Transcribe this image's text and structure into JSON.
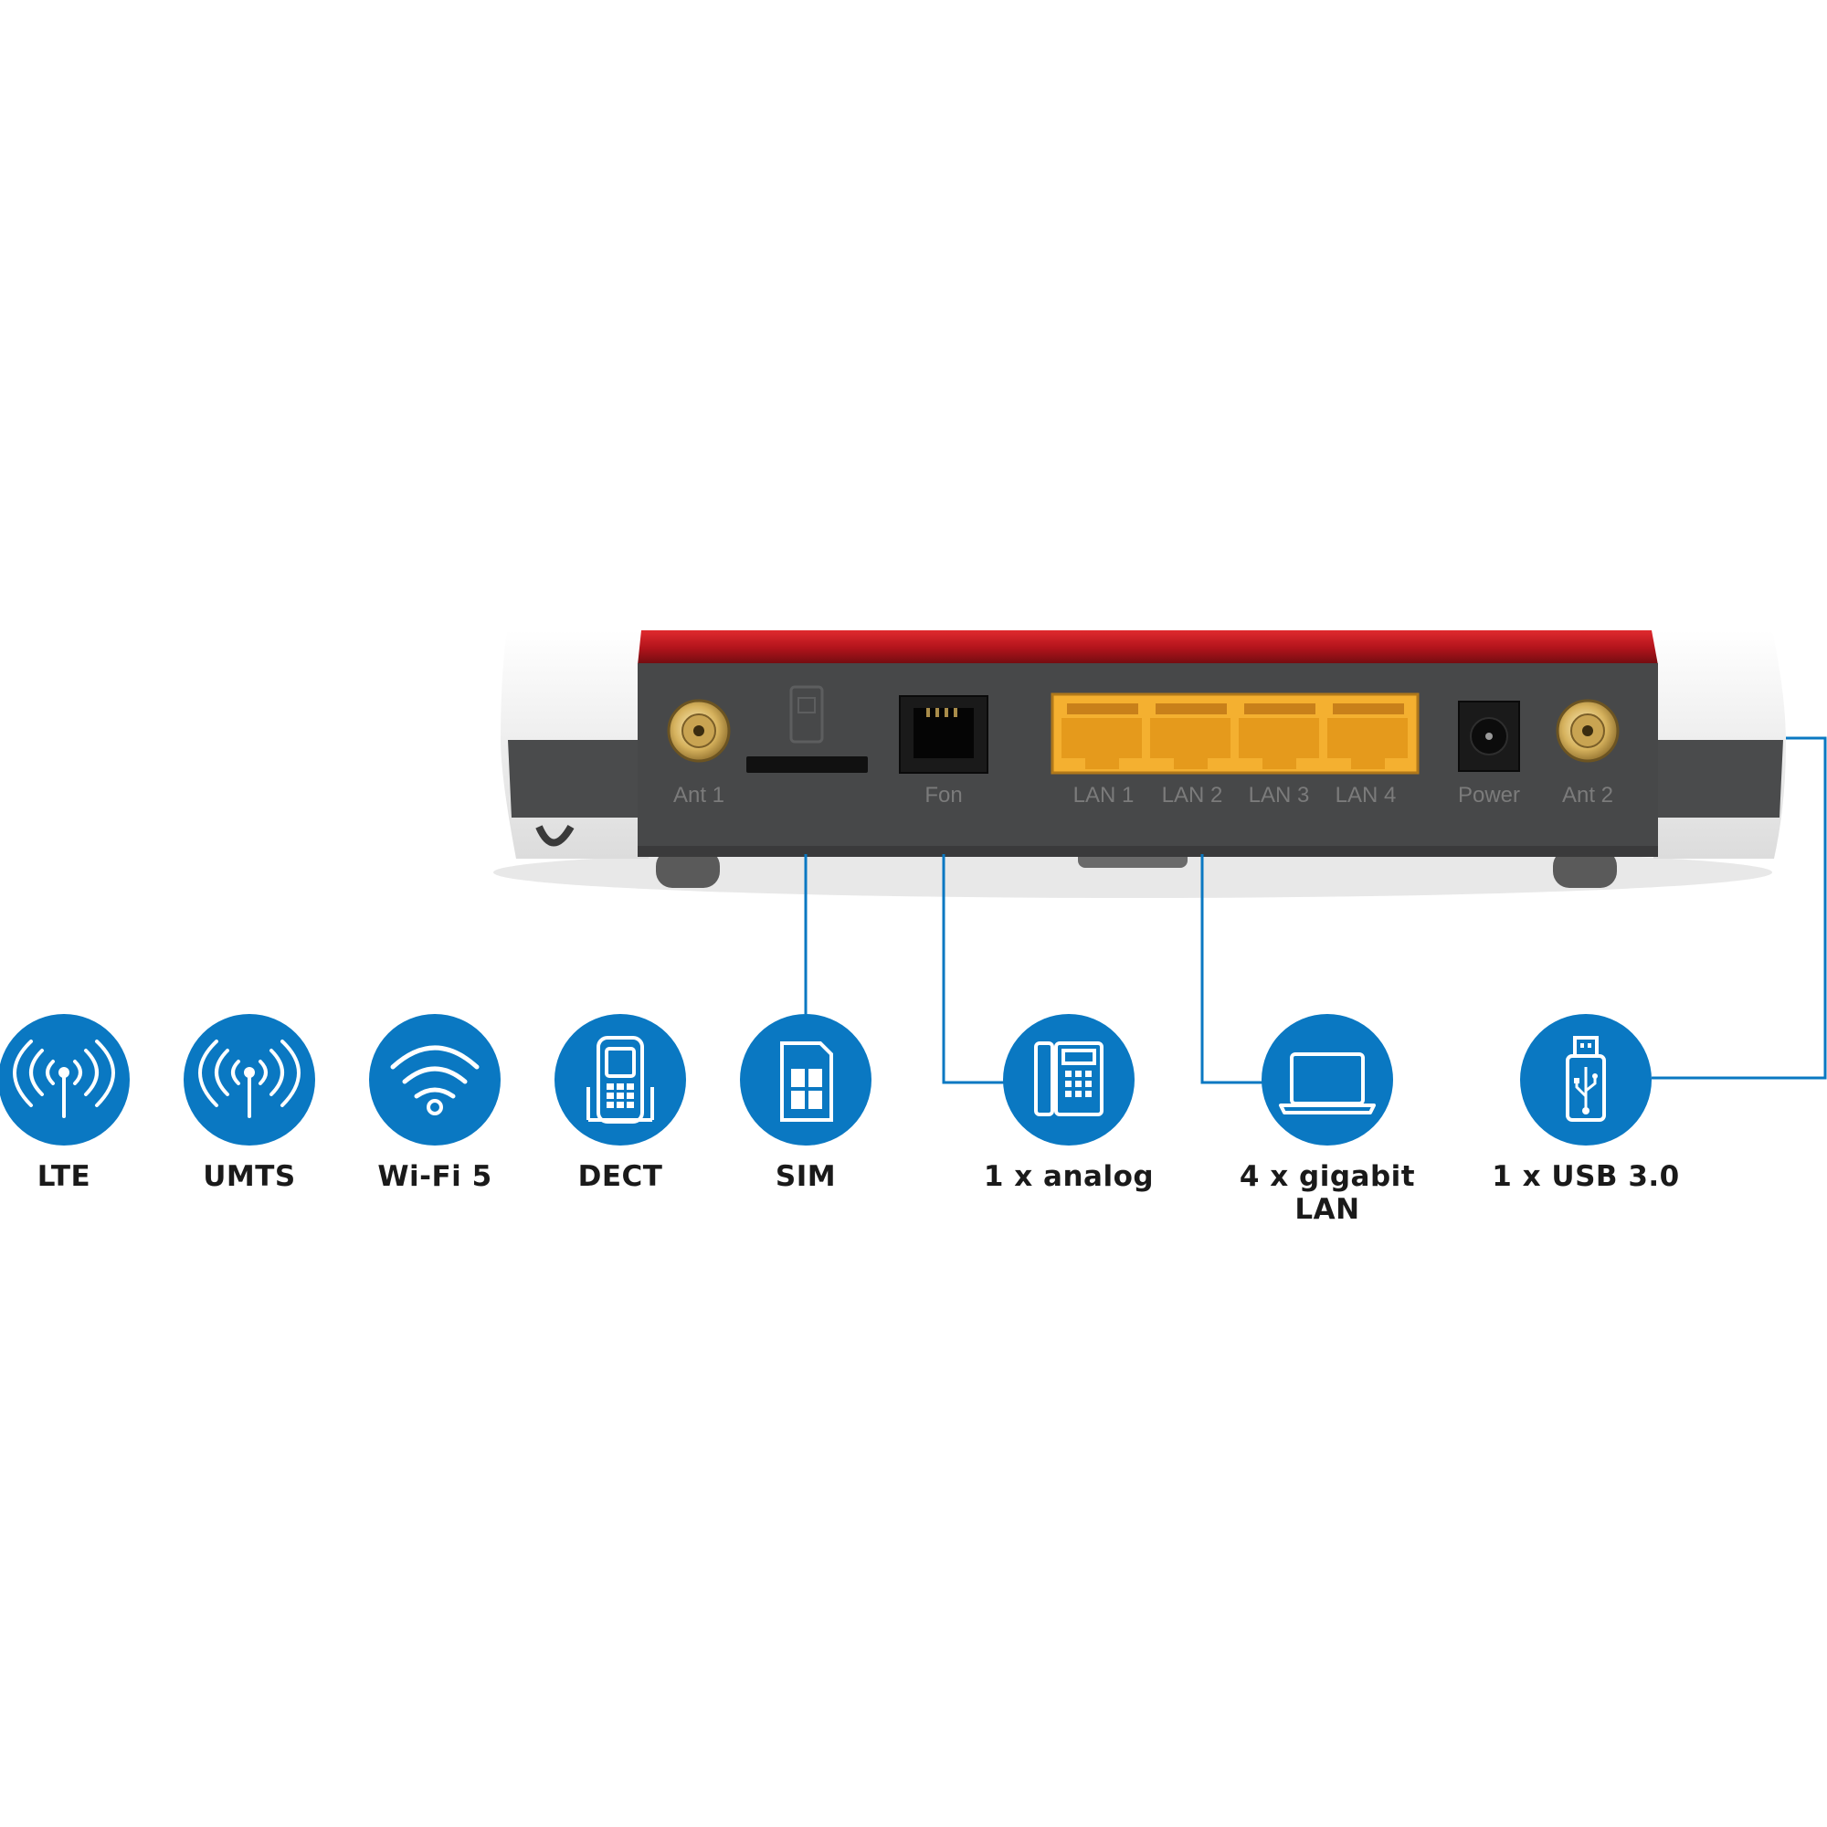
{
  "router": {
    "ports": {
      "ant1": "Ant 1",
      "fon": "Fon",
      "lan1": "LAN 1",
      "lan2": "LAN 2",
      "lan3": "LAN 3",
      "lan4": "LAN 4",
      "power": "Power",
      "ant2": "Ant 2"
    },
    "colors": {
      "body_red": "#b3141c",
      "panel": "#474849",
      "lan_yellow": "#f4b030",
      "antenna_gold": "#d4b060"
    }
  },
  "features": [
    {
      "icon": "lte-antenna-icon",
      "label": "LTE"
    },
    {
      "icon": "umts-antenna-icon",
      "label": "UMTS"
    },
    {
      "icon": "wifi-icon",
      "label": "Wi-Fi 5"
    },
    {
      "icon": "dect-phone-icon",
      "label": "DECT"
    },
    {
      "icon": "sim-card-icon",
      "label": "SIM"
    },
    {
      "icon": "desk-phone-icon",
      "label": "1 x analog"
    },
    {
      "icon": "laptop-icon",
      "label": "4 x gigabit LAN"
    },
    {
      "icon": "usb-stick-icon",
      "label": "1 x USB 3.0"
    }
  ],
  "colors": {
    "icon_blue": "#0a78c2",
    "connector_line": "#0a78c2"
  }
}
